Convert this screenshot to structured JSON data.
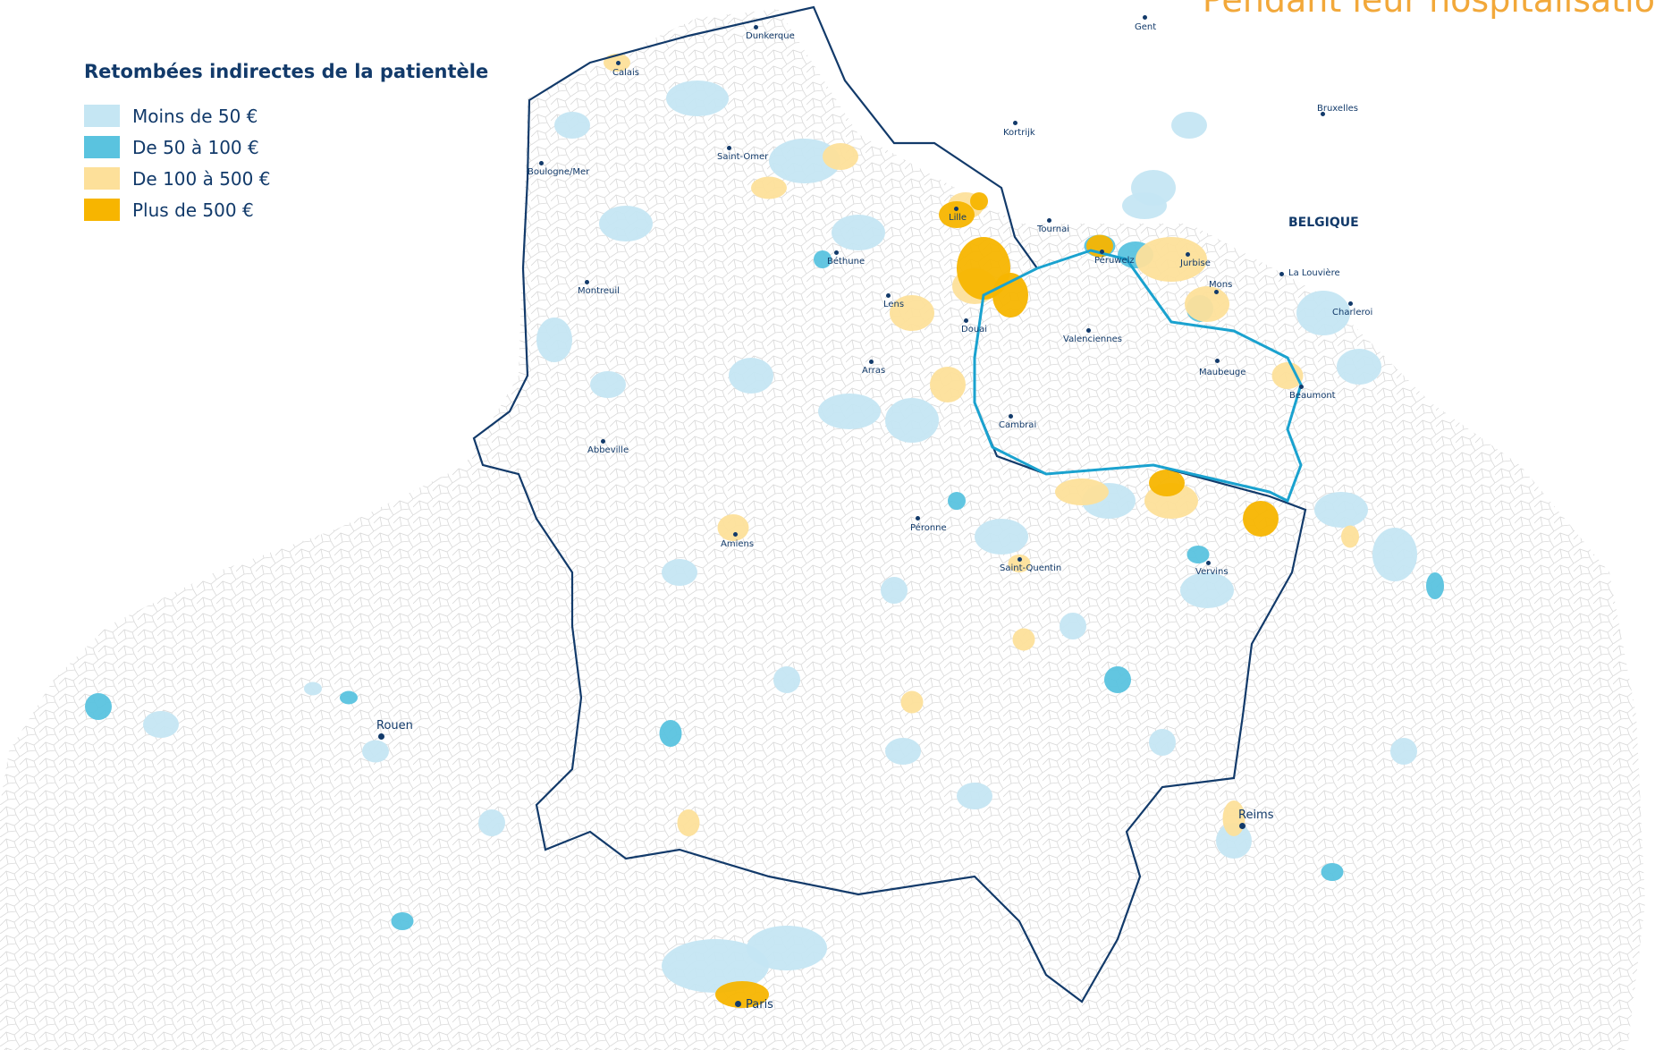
{
  "header": {
    "title_fragment": "Pendant leur hospitalisatio"
  },
  "legend": {
    "title": "Retombées indirectes de la patientèle",
    "items": [
      {
        "label": "Moins de 50 €",
        "color": "#c5e6f3"
      },
      {
        "label": "De 50 à 100 €",
        "color": "#5ac3df"
      },
      {
        "label": "De 100 à 500 €",
        "color": "#fde09a"
      },
      {
        "label": "Plus de 500 €",
        "color": "#f7b500"
      }
    ]
  },
  "colors": {
    "border_region": "#123a6a",
    "border_valenciennes": "#1aa2cf",
    "commune_outline": "#d6d6d6"
  },
  "labels": {
    "gent": "Gent",
    "dunkerque": "Dunkerque",
    "calais": "Calais",
    "bruxelles": "Bruxelles",
    "kortrijk": "Kortrijk",
    "saint_omer": "Saint-Omer",
    "boulogne": "Boulogne/Mer",
    "lille": "Lille",
    "tournai": "Tournai",
    "belgique": "BELGIQUE",
    "bethune": "Béthune",
    "peruwelz": "Péruwelz",
    "jurbise": "Jurbise",
    "la_louviere": "La Louvière",
    "mons": "Mons",
    "charleroi": "Charleroi",
    "montreuil": "Montreuil",
    "lens": "Lens",
    "douai": "Douai",
    "valenciennes": "Valenciennes",
    "arras": "Arras",
    "maubeuge": "Maubeuge",
    "beaumont": "Beaumont",
    "cambrai": "Cambrai",
    "abbeville": "Abbeville",
    "peronne": "Péronne",
    "amiens": "Amiens",
    "saint_quentin": "Saint-Quentin",
    "vervins": "Vervins",
    "rouen": "Rouen",
    "reims": "Reims",
    "paris": "Paris"
  }
}
